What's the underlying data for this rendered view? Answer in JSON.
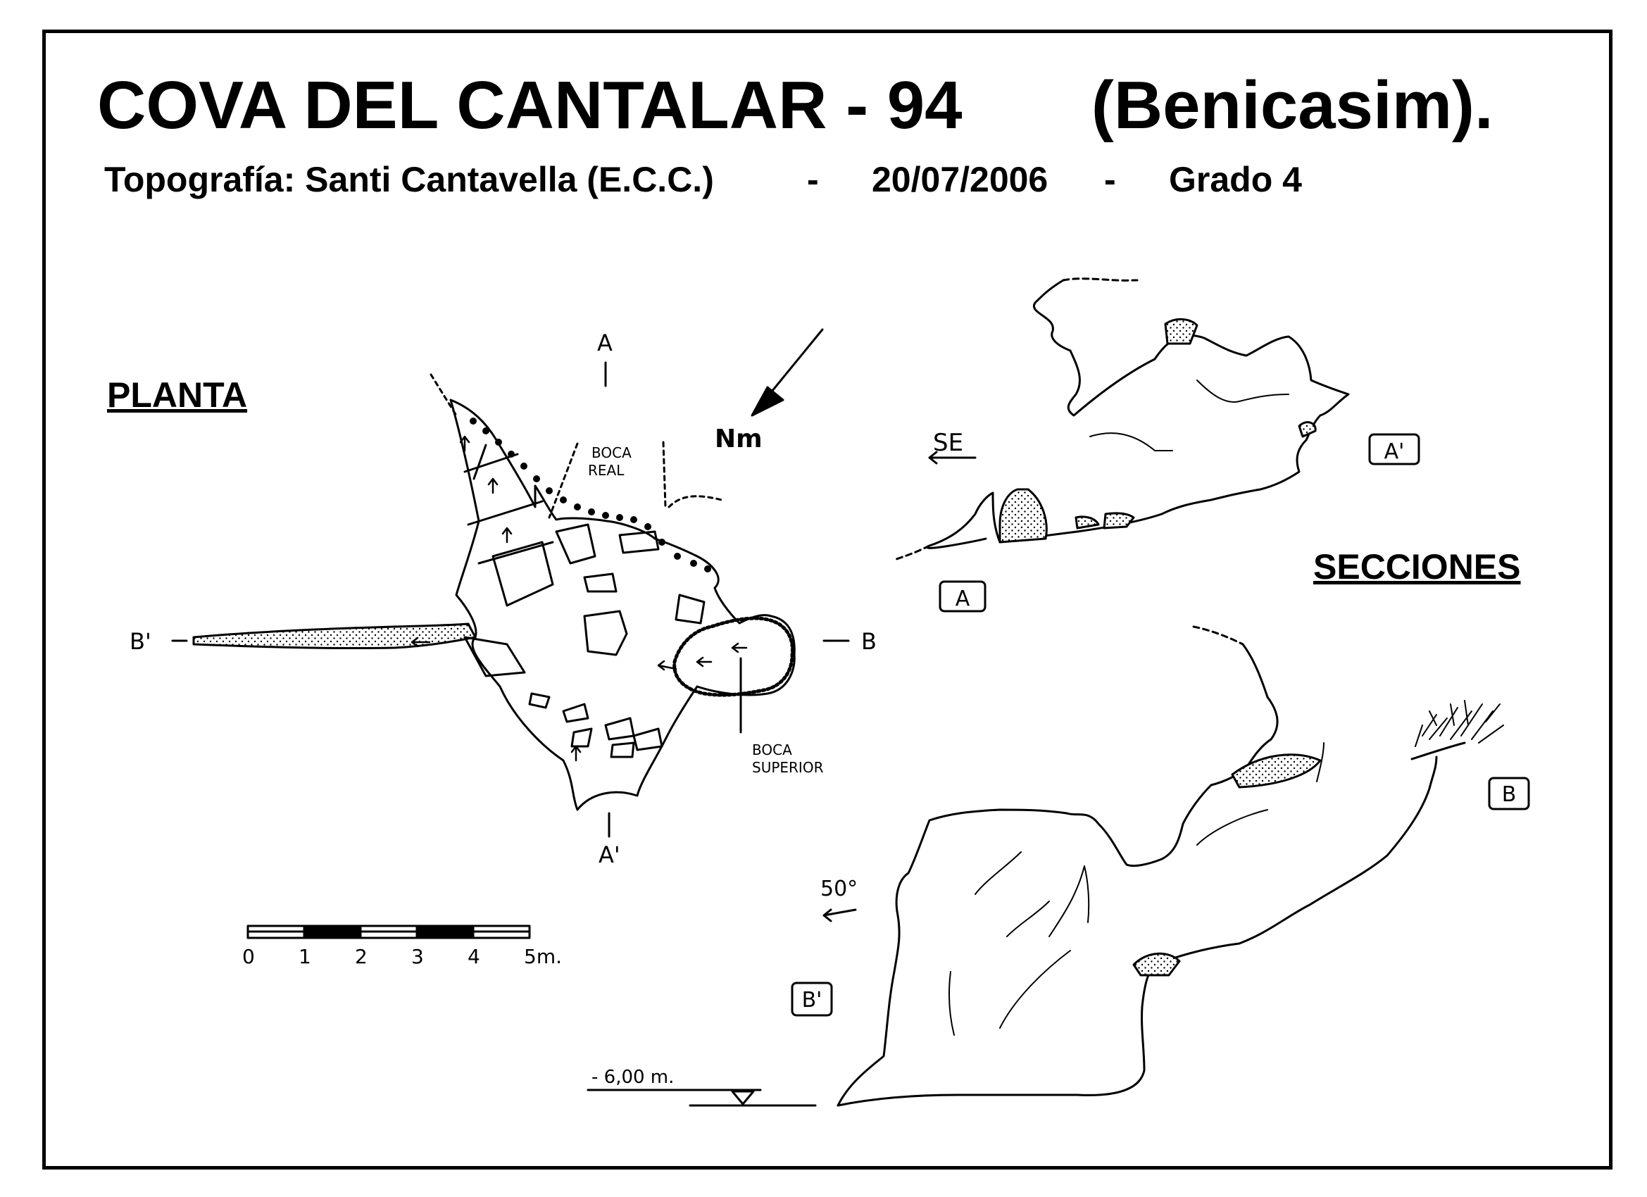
{
  "title": {
    "name": "COVA  DEL  CANTALAR - 94",
    "location": "(Benicasim)."
  },
  "subtitle": {
    "survey": "Topografía:  Santi Cantavella  (E.C.C.)",
    "dash1": "-",
    "date": "20/07/2006",
    "dash2": "-",
    "grade": "Grado  4"
  },
  "plan": {
    "heading": "PLANTA",
    "north": "Nm",
    "section_a": "A",
    "section_a_prime": "A'",
    "section_b": "B",
    "section_b_prime": "B'",
    "boca_real_1": "BOCA",
    "boca_real_2": "REAL",
    "boca_superior_1": "BOCA",
    "boca_superior_2": "SUPERIOR",
    "scale_labels": [
      "0",
      "1",
      "2",
      "3",
      "4",
      "5m."
    ],
    "scale_max_m": 5
  },
  "sections": {
    "heading": "SECCIONES",
    "direction_a": "SE",
    "angle_b": "50°",
    "label_a": "A",
    "label_a_prime": "A'",
    "label_b": "B",
    "label_b_prime": "B'",
    "depth": "- 6,00 m."
  },
  "colors": {
    "ink": "#000000",
    "paper": "#ffffff",
    "stipple": "#cfcfcf"
  }
}
